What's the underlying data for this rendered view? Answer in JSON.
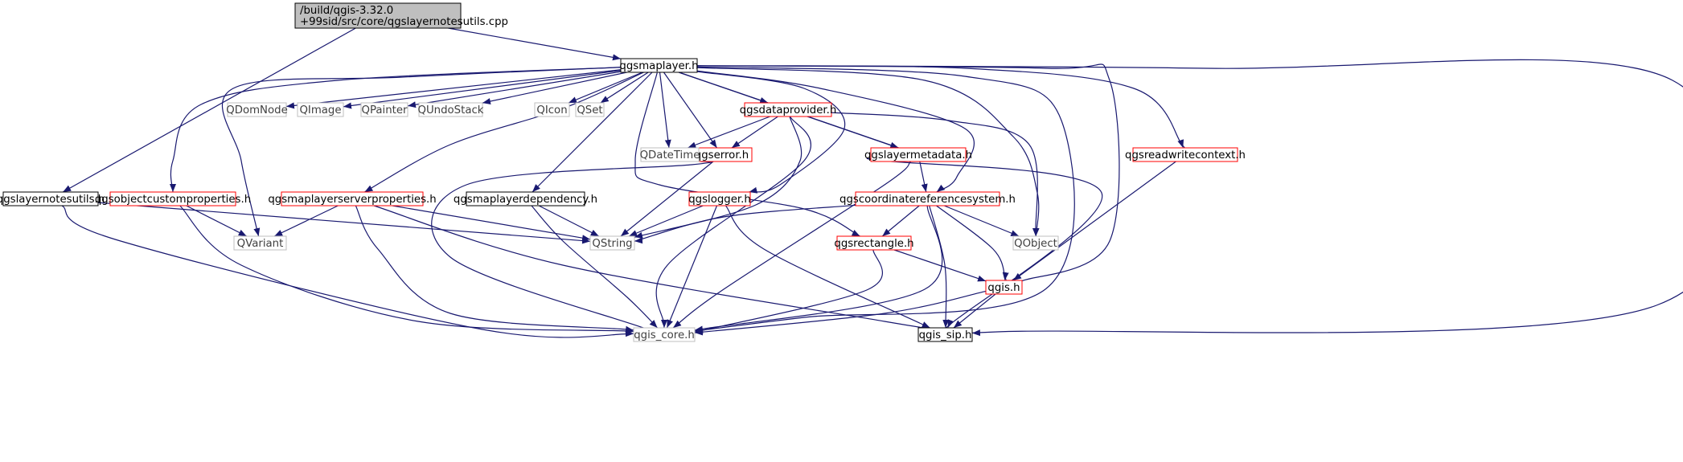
{
  "graph": {
    "colors": {
      "edge": "#191970",
      "root_fill": "#bfbfbf",
      "black_border": "#000000",
      "red_border": "#ff0000",
      "gray_border": "#bfbfbf",
      "gray_text": "#404040",
      "text": "#000000"
    },
    "nodes": [
      {
        "id": "root",
        "label": "/build/qgis-3.32.0\n+99sid/src/core/qgslayernotesutils.cpp",
        "style": "root"
      },
      {
        "id": "qgsmaplayer",
        "label": "qgsmaplayer.h",
        "style": "black"
      },
      {
        "id": "qgslayernotesutils",
        "label": "qgslayernotesutils.h",
        "style": "black"
      },
      {
        "id": "qgsobjectcustomproperties",
        "label": "qgsobjectcustomproperties.h",
        "style": "red"
      },
      {
        "id": "qgsmaplayerserverproperties",
        "label": "qgsmaplayerserverproperties.h",
        "style": "red"
      },
      {
        "id": "qgsmaplayerdependency",
        "label": "qgsmaplayerdependency.h",
        "style": "black"
      },
      {
        "id": "qgsdataprovider",
        "label": "qgsdataprovider.h",
        "style": "red"
      },
      {
        "id": "qgserror",
        "label": "qgserror.h",
        "style": "red"
      },
      {
        "id": "qgslogger",
        "label": "qgslogger.h",
        "style": "red"
      },
      {
        "id": "qgslayermetadata",
        "label": "qgslayermetadata.h",
        "style": "red"
      },
      {
        "id": "qgscoordinatereferencesystem",
        "label": "qgscoordinatereferencesystem.h",
        "style": "red"
      },
      {
        "id": "qgsrectangle",
        "label": "qgsrectangle.h",
        "style": "red"
      },
      {
        "id": "qgis",
        "label": "qgis.h",
        "style": "red"
      },
      {
        "id": "qgsreadwritecontext",
        "label": "qgsreadwritecontext.h",
        "style": "red"
      },
      {
        "id": "QDomNode",
        "label": "QDomNode",
        "style": "gray"
      },
      {
        "id": "QImage",
        "label": "QImage",
        "style": "gray"
      },
      {
        "id": "QPainter",
        "label": "QPainter",
        "style": "gray"
      },
      {
        "id": "QUndoStack",
        "label": "QUndoStack",
        "style": "gray"
      },
      {
        "id": "QIcon",
        "label": "QIcon",
        "style": "gray"
      },
      {
        "id": "QSet",
        "label": "QSet",
        "style": "gray"
      },
      {
        "id": "QDateTime",
        "label": "QDateTime",
        "style": "gray"
      },
      {
        "id": "QVariant",
        "label": "QVariant",
        "style": "gray"
      },
      {
        "id": "QString",
        "label": "QString",
        "style": "gray"
      },
      {
        "id": "QObject",
        "label": "QObject",
        "style": "gray"
      },
      {
        "id": "qgis_core",
        "label": "qgis_core.h",
        "style": "gray"
      },
      {
        "id": "qgis_sip",
        "label": "qgis_sip.h",
        "style": "black"
      }
    ],
    "edges": [
      [
        "root",
        "qgsmaplayer"
      ],
      [
        "root",
        "qgslayernotesutils"
      ],
      [
        "qgsmaplayer",
        "QDomNode"
      ],
      [
        "qgsmaplayer",
        "QImage"
      ],
      [
        "qgsmaplayer",
        "QPainter"
      ],
      [
        "qgsmaplayer",
        "QUndoStack"
      ],
      [
        "qgsmaplayer",
        "QIcon"
      ],
      [
        "qgsmaplayer",
        "QSet"
      ],
      [
        "qgsmaplayer",
        "QDateTime"
      ],
      [
        "qgsmaplayer",
        "QVariant"
      ],
      [
        "qgsmaplayer",
        "qgsobjectcustomproperties"
      ],
      [
        "qgsmaplayer",
        "qgsmaplayerserverproperties"
      ],
      [
        "qgsmaplayer",
        "qgsmaplayerdependency"
      ],
      [
        "qgsmaplayer",
        "qgsdataprovider"
      ],
      [
        "qgsmaplayer",
        "qgserror"
      ],
      [
        "qgsmaplayer",
        "qgslogger"
      ],
      [
        "qgsmaplayer",
        "qgsrectangle"
      ],
      [
        "qgsmaplayer",
        "qgslayermetadata"
      ],
      [
        "qgsmaplayer",
        "qgscoordinatereferencesystem"
      ],
      [
        "qgsmaplayer",
        "QObject"
      ],
      [
        "qgsmaplayer",
        "qgis_core"
      ],
      [
        "qgsmaplayer",
        "qgis"
      ],
      [
        "qgsmaplayer",
        "qgsreadwritecontext"
      ],
      [
        "qgsmaplayer",
        "qgis_sip"
      ],
      [
        "qgslayernotesutils",
        "QString"
      ],
      [
        "qgslayernotesutils",
        "qgis_core"
      ],
      [
        "qgsobjectcustomproperties",
        "QVariant"
      ],
      [
        "qgsobjectcustomproperties",
        "qgis_core"
      ],
      [
        "qgsmaplayerserverproperties",
        "QVariant"
      ],
      [
        "qgsmaplayerserverproperties",
        "QString"
      ],
      [
        "qgsmaplayerserverproperties",
        "qgis_core"
      ],
      [
        "qgsmaplayerserverproperties",
        "qgis_sip"
      ],
      [
        "qgsmaplayerdependency",
        "QString"
      ],
      [
        "qgsmaplayerdependency",
        "qgis_core"
      ],
      [
        "qgsdataprovider",
        "QDateTime"
      ],
      [
        "qgsdataprovider",
        "qgserror"
      ],
      [
        "qgsdataprovider",
        "qgslayermetadata"
      ],
      [
        "qgsdataprovider",
        "QObject"
      ],
      [
        "qgsdataprovider",
        "QString"
      ],
      [
        "qgsdataprovider",
        "qgis_core"
      ],
      [
        "qgserror",
        "QString"
      ],
      [
        "qgserror",
        "qgis_core"
      ],
      [
        "qgslogger",
        "QString"
      ],
      [
        "qgslogger",
        "qgis_core"
      ],
      [
        "qgslogger",
        "qgis_sip"
      ],
      [
        "qgslayermetadata",
        "qgscoordinatereferencesystem"
      ],
      [
        "qgslayermetadata",
        "qgis_core"
      ],
      [
        "qgslayermetadata",
        "qgis_sip"
      ],
      [
        "qgscoordinatereferencesystem",
        "QString"
      ],
      [
        "qgscoordinatereferencesystem",
        "qgsrectangle"
      ],
      [
        "qgscoordinatereferencesystem",
        "QObject"
      ],
      [
        "qgscoordinatereferencesystem",
        "qgis"
      ],
      [
        "qgscoordinatereferencesystem",
        "qgis_core"
      ],
      [
        "qgscoordinatereferencesystem",
        "qgis_sip"
      ],
      [
        "qgsrectangle",
        "qgis"
      ],
      [
        "qgsrectangle",
        "qgis_core"
      ],
      [
        "qgis",
        "qgis_core"
      ],
      [
        "qgis",
        "qgis_sip"
      ],
      [
        "qgsreadwritecontext",
        "qgis"
      ]
    ]
  }
}
